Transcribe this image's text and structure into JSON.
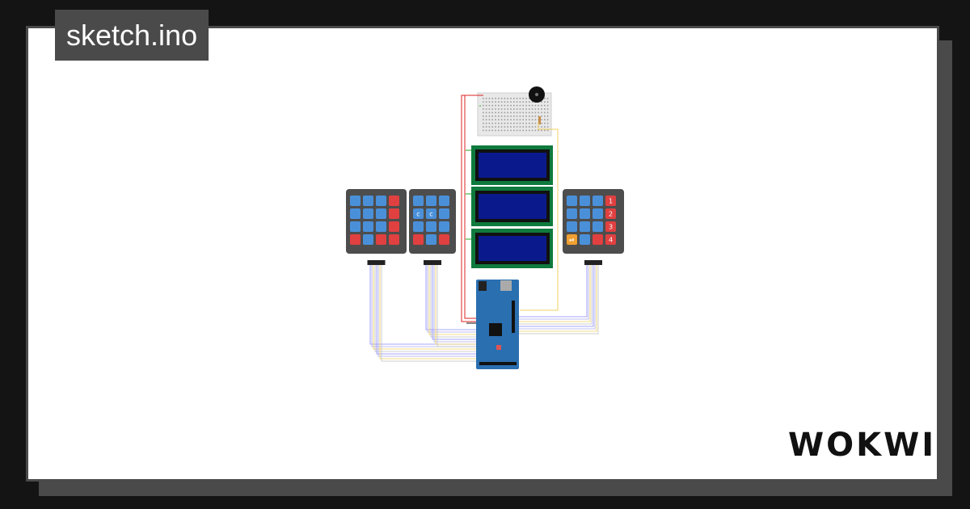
{
  "page": {
    "title": "sketch.ino",
    "brand": "WOKWI"
  },
  "colors": {
    "background": "#141414",
    "card": "#ffffff",
    "frame": "#4a4a4a",
    "lcd_pcb": "#0f7a3d",
    "lcd_screen": "#0a1a8c",
    "arduino": "#2a6fb0",
    "keypad_body": "#4d4d4d",
    "key_blue": "#4a90d9",
    "key_red": "#e04040"
  },
  "keypads": [
    {
      "id": "keypad-1",
      "keys": [
        [
          "blue",
          "blue",
          "blue",
          "red"
        ],
        [
          "blue",
          "blue",
          "blue",
          "red"
        ],
        [
          "blue",
          "blue",
          "blue",
          "red"
        ],
        [
          "red",
          "blue",
          "red",
          "red"
        ]
      ],
      "labels": []
    },
    {
      "id": "keypad-2",
      "keys": [
        [
          "blue",
          "blue",
          "blue"
        ],
        [
          "blue",
          "blue",
          "blue"
        ],
        [
          "blue",
          "blue",
          "blue"
        ],
        [
          "red",
          "blue",
          "red"
        ]
      ],
      "labels": [
        [
          "",
          "",
          ""
        ],
        [
          "c",
          "c",
          ""
        ],
        [
          "",
          "",
          ""
        ],
        [
          "",
          "",
          ""
        ]
      ]
    },
    {
      "id": "keypad-3",
      "keys": [
        [
          "blue",
          "blue",
          "blue",
          "red"
        ],
        [
          "blue",
          "blue",
          "blue",
          "red"
        ],
        [
          "blue",
          "blue",
          "blue",
          "red"
        ],
        [
          "orange",
          "blue",
          "red",
          "red"
        ]
      ],
      "labels": [
        [
          "",
          "",
          "",
          "1"
        ],
        [
          "",
          "",
          "",
          "2"
        ],
        [
          "",
          "",
          "",
          "3"
        ],
        [
          "⏯",
          "",
          "",
          "4"
        ]
      ]
    }
  ],
  "lcd_count": 3,
  "components": [
    "breadboard",
    "buzzer",
    "resistor",
    "lcd-display",
    "arduino-mega"
  ]
}
